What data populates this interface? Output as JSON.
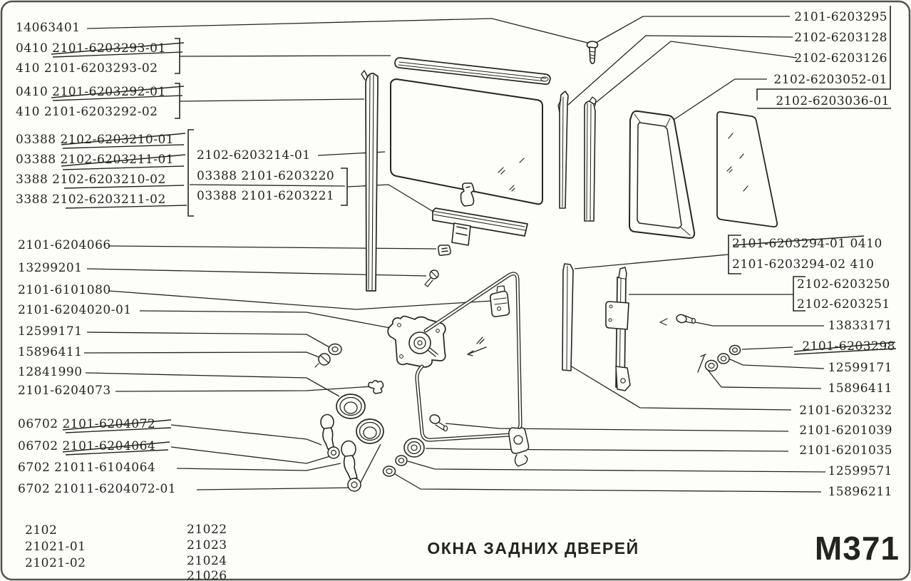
{
  "page": {
    "title": "ОКНА ЗАДНИХ ДВЕРЕЙ",
    "figure_code": "М371",
    "accent_color": "#a81d22",
    "ink_color": "#26261f"
  },
  "callouts": [
    {
      "text": "14063401",
      "superseded": false
    },
    {
      "text": "0410 2101-6203293-01",
      "superseded": true
    },
    {
      "text": "410  2101-6203293-02",
      "superseded": false
    },
    {
      "text": "0410 2101-6203292-01",
      "superseded": true
    },
    {
      "text": "410  2101-6203292-02",
      "superseded": false
    },
    {
      "text": "03388 2102-6203210-01",
      "superseded": true
    },
    {
      "text": "03388 2102-6203211-01",
      "superseded": true
    },
    {
      "text": "3388 2102-6203210-02",
      "superseded": false
    },
    {
      "text": "3388  2102-6203211-02",
      "superseded": false
    },
    {
      "text": "2102-6203214-01",
      "superseded": false
    },
    {
      "text": "03388 2101-6203220",
      "superseded": false
    },
    {
      "text": "03388 2101-6203221",
      "superseded": false
    },
    {
      "text": "2101-6204066",
      "superseded": false
    },
    {
      "text": "13299201",
      "superseded": false
    },
    {
      "text": "2101-6101080",
      "superseded": false
    },
    {
      "text": "2101-6204020-01",
      "superseded": false
    },
    {
      "text": "12599171",
      "superseded": false
    },
    {
      "text": "15896411",
      "superseded": false
    },
    {
      "text": "12841990",
      "superseded": false
    },
    {
      "text": "2101-6204073",
      "superseded": false
    },
    {
      "text": "06702 2101-6204072",
      "superseded": true
    },
    {
      "text": "06702 2101-6204064",
      "superseded": true
    },
    {
      "text": "6702 21011-6104064",
      "superseded": false
    },
    {
      "text": "6702 21011-6204072-01",
      "superseded": false
    },
    {
      "text": "2101-6203295",
      "superseded": false
    },
    {
      "text": "2102-6203128",
      "superseded": false
    },
    {
      "text": "2102-6203126",
      "superseded": false
    },
    {
      "text": "2102-6203052-01",
      "superseded": false
    },
    {
      "text": "2102-6203036-01",
      "superseded": false
    },
    {
      "text": "2101-6203294-01 0410",
      "superseded": true
    },
    {
      "text": "2101-6203294-02  410",
      "superseded": false
    },
    {
      "text": "2102-6203250",
      "superseded": false
    },
    {
      "text": "2102-6203251",
      "superseded": false
    },
    {
      "text": "13833171",
      "superseded": false
    },
    {
      "text": "2101-6203298",
      "superseded": true
    },
    {
      "text": "12599171",
      "superseded": false
    },
    {
      "text": "15896411",
      "superseded": false
    },
    {
      "text": "2101-6203232",
      "superseded": false
    },
    {
      "text": "2101-6201039",
      "superseded": false
    },
    {
      "text": "2101-6201035",
      "superseded": false
    },
    {
      "text": "12599571",
      "superseded": false
    },
    {
      "text": "15896211",
      "superseded": false
    }
  ],
  "models": {
    "col1": [
      "2102",
      "21021-01",
      "21021-02"
    ],
    "col2": [
      "21022",
      "21023",
      "21024",
      "21026"
    ]
  }
}
